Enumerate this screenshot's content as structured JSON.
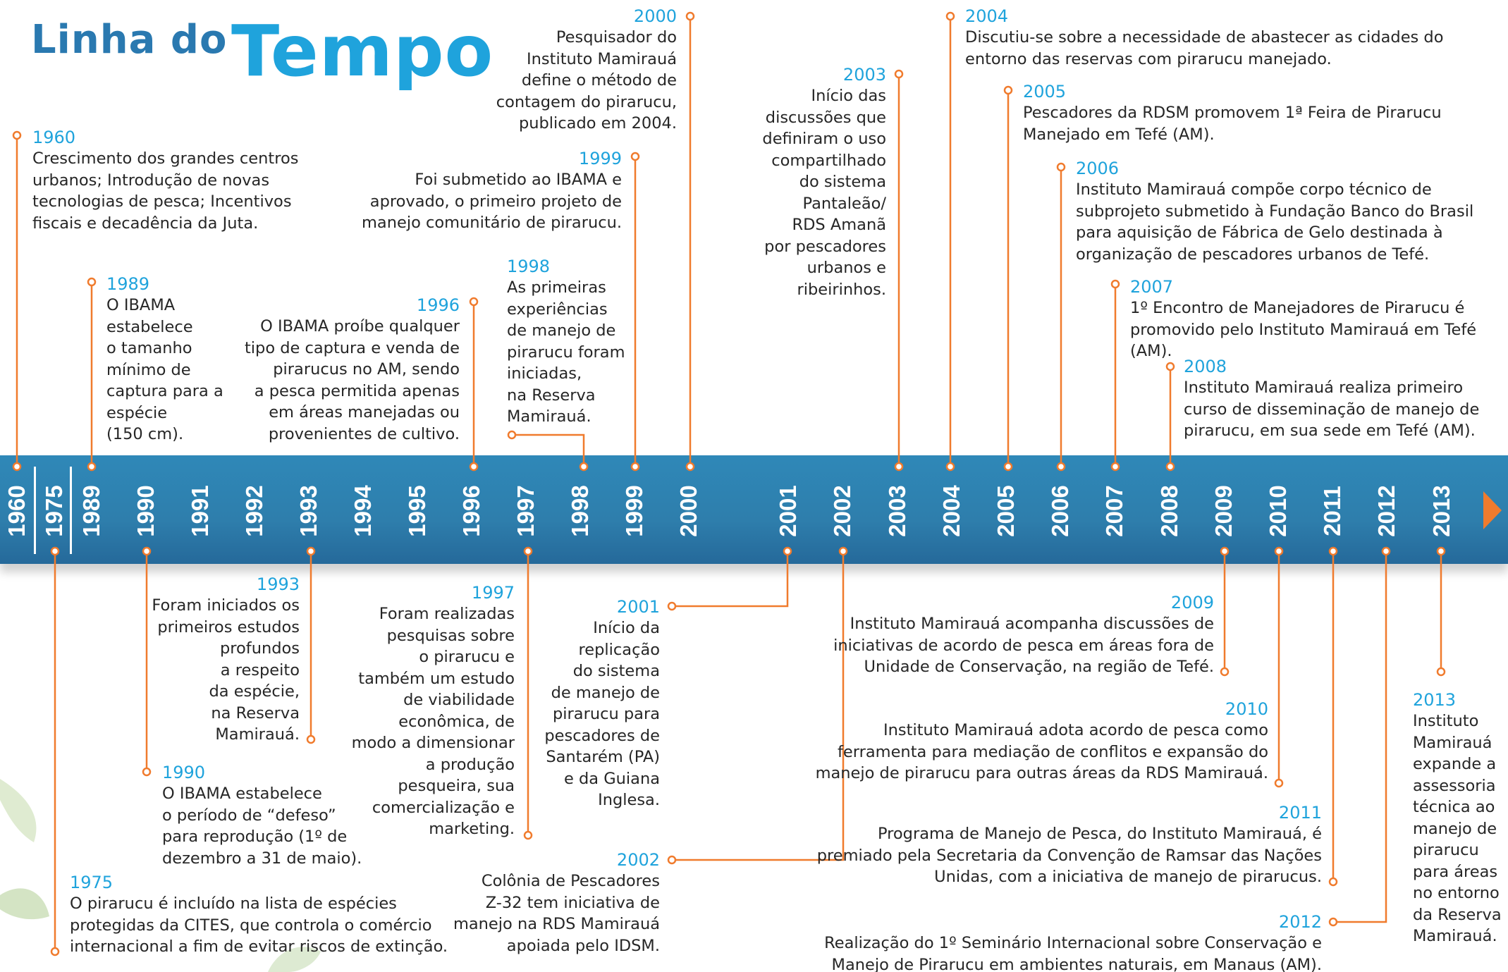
{
  "title": {
    "part1": "Linha do",
    "part2": "Tempo"
  },
  "colors": {
    "accent_orange": "#f07b2d",
    "year_blue": "#1fa3dc",
    "bar_blue": "#2e7eac",
    "title_blue": "#2a79b0",
    "text": "#262626"
  },
  "axis_years": [
    "1960",
    "1975",
    "1989",
    "1990",
    "1991",
    "1992",
    "1993",
    "1994",
    "1995",
    "1996",
    "1997",
    "1998",
    "1999",
    "2000",
    "2001",
    "2002",
    "2003",
    "2004",
    "2005",
    "2006",
    "2007",
    "2008",
    "2009",
    "2010",
    "2011",
    "2012",
    "2013"
  ],
  "events": [
    {
      "year": "1960",
      "text": "Crescimento dos grandes centros\nurbanos; Introdução de novas\ntecnologias de pesca; Incentivos\nfiscais e decadência da Juta."
    },
    {
      "year": "1989",
      "text": "O IBAMA\nestabelece\no tamanho\nmínimo de\ncaptura para a\nespécie\n (150 cm)."
    },
    {
      "year": "1996",
      "text": "O IBAMA proíbe qualquer\ntipo de captura e venda de\npirarucus no AM, sendo\na pesca permitida apenas\nem áreas manejadas ou\nprovenientes de cultivo."
    },
    {
      "year": "1998",
      "text": "As primeiras\nexperiências\nde manejo de\npirarucu foram\niniciadas,\nna Reserva\nMamirauá."
    },
    {
      "year": "1999",
      "text": "Foi submetido ao IBAMA e\naprovado, o primeiro projeto de\nmanejo comunitário de pirarucu."
    },
    {
      "year": "2000",
      "text": "Pesquisador do\nInstituto Mamirauá\ndefine o método de\ncontagem do pirarucu,\npublicado em 2004."
    },
    {
      "year": "2003",
      "text": "Início das\ndiscussões que\ndefiniram o uso\ncompartilhado\ndo sistema\nPantaleão/\nRDS Amanã\npor pescadores\nurbanos e\nribeirinhos."
    },
    {
      "year": "2004",
      "text": "Discutiu-se sobre a necessidade de abastecer as cidades do\nentorno das reservas com pirarucu manejado."
    },
    {
      "year": "2005",
      "text": "Pescadores da RDSM promovem 1ª Feira de Pirarucu\nManejado em Tefé (AM)."
    },
    {
      "year": "2006",
      "text": "Instituto Mamirauá compõe corpo técnico de\nsubprojeto submetido à Fundação Banco do Brasil\npara aquisição de Fábrica de Gelo destinada à\norganização de pescadores urbanos de Tefé."
    },
    {
      "year": "2007",
      "text": "1º Encontro de Manejadores de Pirarucu é\npromovido pelo Instituto Mamirauá em Tefé (AM)."
    },
    {
      "year": "2008",
      "text": "Instituto Mamirauá realiza primeiro\ncurso de disseminação de manejo de\npirarucu, em sua sede em Tefé (AM)."
    },
    {
      "year": "1975",
      "text": "O pirarucu é incluído na lista de espécies\nprotegidas da CITES, que controla o comércio\ninternacional a fim de evitar riscos de extinção."
    },
    {
      "year": "1990",
      "text": "O IBAMA estabelece\no período de “defeso”\npara reprodução (1º de\ndezembro a 31 de maio)."
    },
    {
      "year": "1993",
      "text": "Foram iniciados os\nprimeiros estudos\nprofundos\na respeito\nda espécie,\nna Reserva\nMamirauá."
    },
    {
      "year": "1997",
      "text": "Foram realizadas\npesquisas sobre\no pirarucu e\ntambém um estudo\nde viabilidade\neconômica, de\nmodo a dimensionar\na produção\npesqueira,  sua\ncomercialização e\nmarketing."
    },
    {
      "year": "2001",
      "text": "Início da\nreplicação\ndo sistema\nde manejo de\npirarucu para\npescadores de\nSantarém (PA)\ne da Guiana\nInglesa."
    },
    {
      "year": "2002",
      "text": "Colônia de Pescadores\nZ-32 tem iniciativa de\nmanejo na RDS Mamirauá\napoiada pelo IDSM."
    },
    {
      "year": "2009",
      "text": "Instituto Mamirauá acompanha discussões de\niniciativas de acordo de pesca em áreas fora de\nUnidade de Conservação, na região de Tefé."
    },
    {
      "year": "2010",
      "text": "Instituto Mamirauá adota acordo de pesca como\nferramenta para mediação de conflitos e expansão do\nmanejo de pirarucu para outras áreas da RDS Mamirauá."
    },
    {
      "year": "2011",
      "text": "Programa de Manejo de Pesca, do Instituto Mamirauá, é\npremiado pela Secretaria da Convenção de Ramsar das Nações\nUnidas, com a iniciativa de manejo de pirarucus."
    },
    {
      "year": "2012",
      "text": "Realização do 1º Seminário Internacional sobre Conservação e\nManejo de Pirarucu em ambientes naturais, em Manaus (AM)."
    },
    {
      "year": "2013",
      "text": "Instituto\nMamirauá\nexpande a\nassessoria\ntécnica ao\nmanejo de\npirarucu\npara áreas\nno entorno\nda Reserva\nMamirauá."
    }
  ]
}
